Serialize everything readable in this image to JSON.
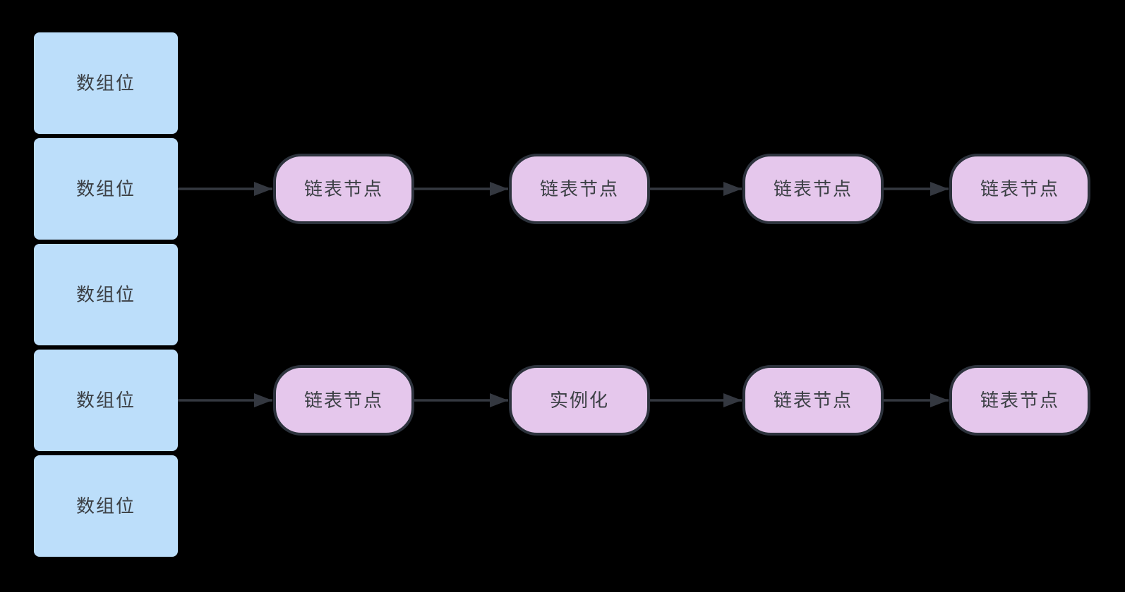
{
  "colors": {
    "background": "#000000",
    "array_slot_fill": "#BCDEFA",
    "list_node_fill": "#E5C7EC",
    "node_border": "#2D333D",
    "arrow_color": "#343840",
    "text_color": "#3C4045"
  },
  "array_column": {
    "slots": [
      {
        "label": "数组位"
      },
      {
        "label": "数组位"
      },
      {
        "label": "数组位"
      },
      {
        "label": "数组位"
      },
      {
        "label": "数组位"
      }
    ]
  },
  "chains": [
    {
      "from_slot": 2,
      "nodes": [
        {
          "label": "链表节点"
        },
        {
          "label": "链表节点"
        },
        {
          "label": "链表节点"
        },
        {
          "label": "链表节点"
        }
      ]
    },
    {
      "from_slot": 4,
      "nodes": [
        {
          "label": "链表节点"
        },
        {
          "label": "实例化"
        },
        {
          "label": "链表节点"
        },
        {
          "label": "链表节点"
        }
      ]
    }
  ]
}
